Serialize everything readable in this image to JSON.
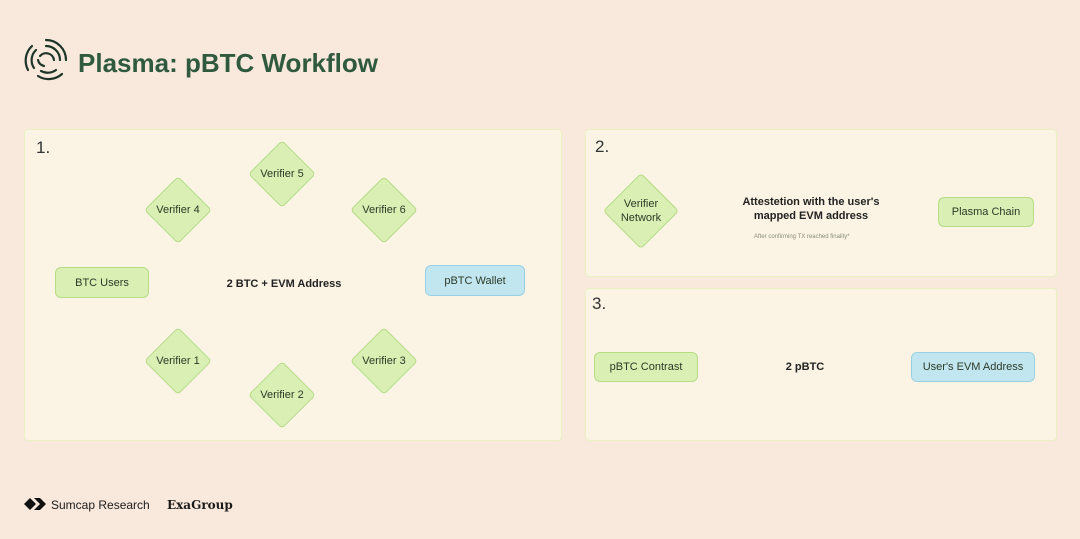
{
  "header": {
    "title": "Plasma: pBTC Workflow"
  },
  "panel1": {
    "number": "1.",
    "btc_users": "BTC Users",
    "center": "2 BTC + EVM Address",
    "wallet": "pBTC Wallet",
    "verifiers": {
      "v1": "Verifier 1",
      "v2": "Verifier 2",
      "v3": "Verifier 3",
      "v4": "Verifier 4",
      "v5": "Verifier 5",
      "v6": "Verifier 6"
    }
  },
  "panel2": {
    "number": "2.",
    "verifier_network": "Verifier Network",
    "attestation": "Attestetion with the user's mapped EVM address",
    "note": "After confirming TX reached finality*",
    "plasma_chain": "Plasma Chain"
  },
  "panel3": {
    "number": "3.",
    "contract": "pBTC Contrast",
    "amount": "2 pBTC",
    "evm_address": "User's EVM Address"
  },
  "footer": {
    "sumcap": "Sumcap Research",
    "exagroup": "ExaGroup"
  },
  "colors": {
    "background": "#f8e9dc",
    "panel": "#fbf4e4",
    "green_box": "#d9efb4",
    "blue_box": "#c2e6f0",
    "title": "#2f5a3e"
  }
}
